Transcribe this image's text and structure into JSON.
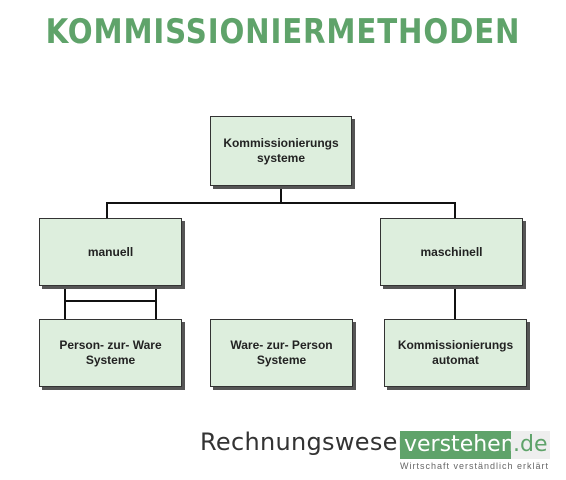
{
  "title": "KOMMISSIONIERMETHODEN",
  "nodes": {
    "root": {
      "line1": "Kommissionierungs",
      "line2": "systeme"
    },
    "manuell": {
      "line1": "manuell"
    },
    "maschinell": {
      "line1": "maschinell"
    },
    "person_zur_ware": {
      "line1": "Person- zur- Ware",
      "line2": "Systeme"
    },
    "ware_zur_person": {
      "line1": "Ware- zur- Person",
      "line2": "Systeme"
    },
    "automat": {
      "line1": "Kommissionierungs",
      "line2": "automat"
    }
  },
  "footer": {
    "brand_left": "Rechnungswesen-",
    "brand_mid": "verstehen",
    "brand_right": ".de",
    "tagline": "Wirtschaft verständlich erklärt"
  },
  "colors": {
    "accent": "#5fa36a",
    "box_fill": "#ddeedd"
  }
}
